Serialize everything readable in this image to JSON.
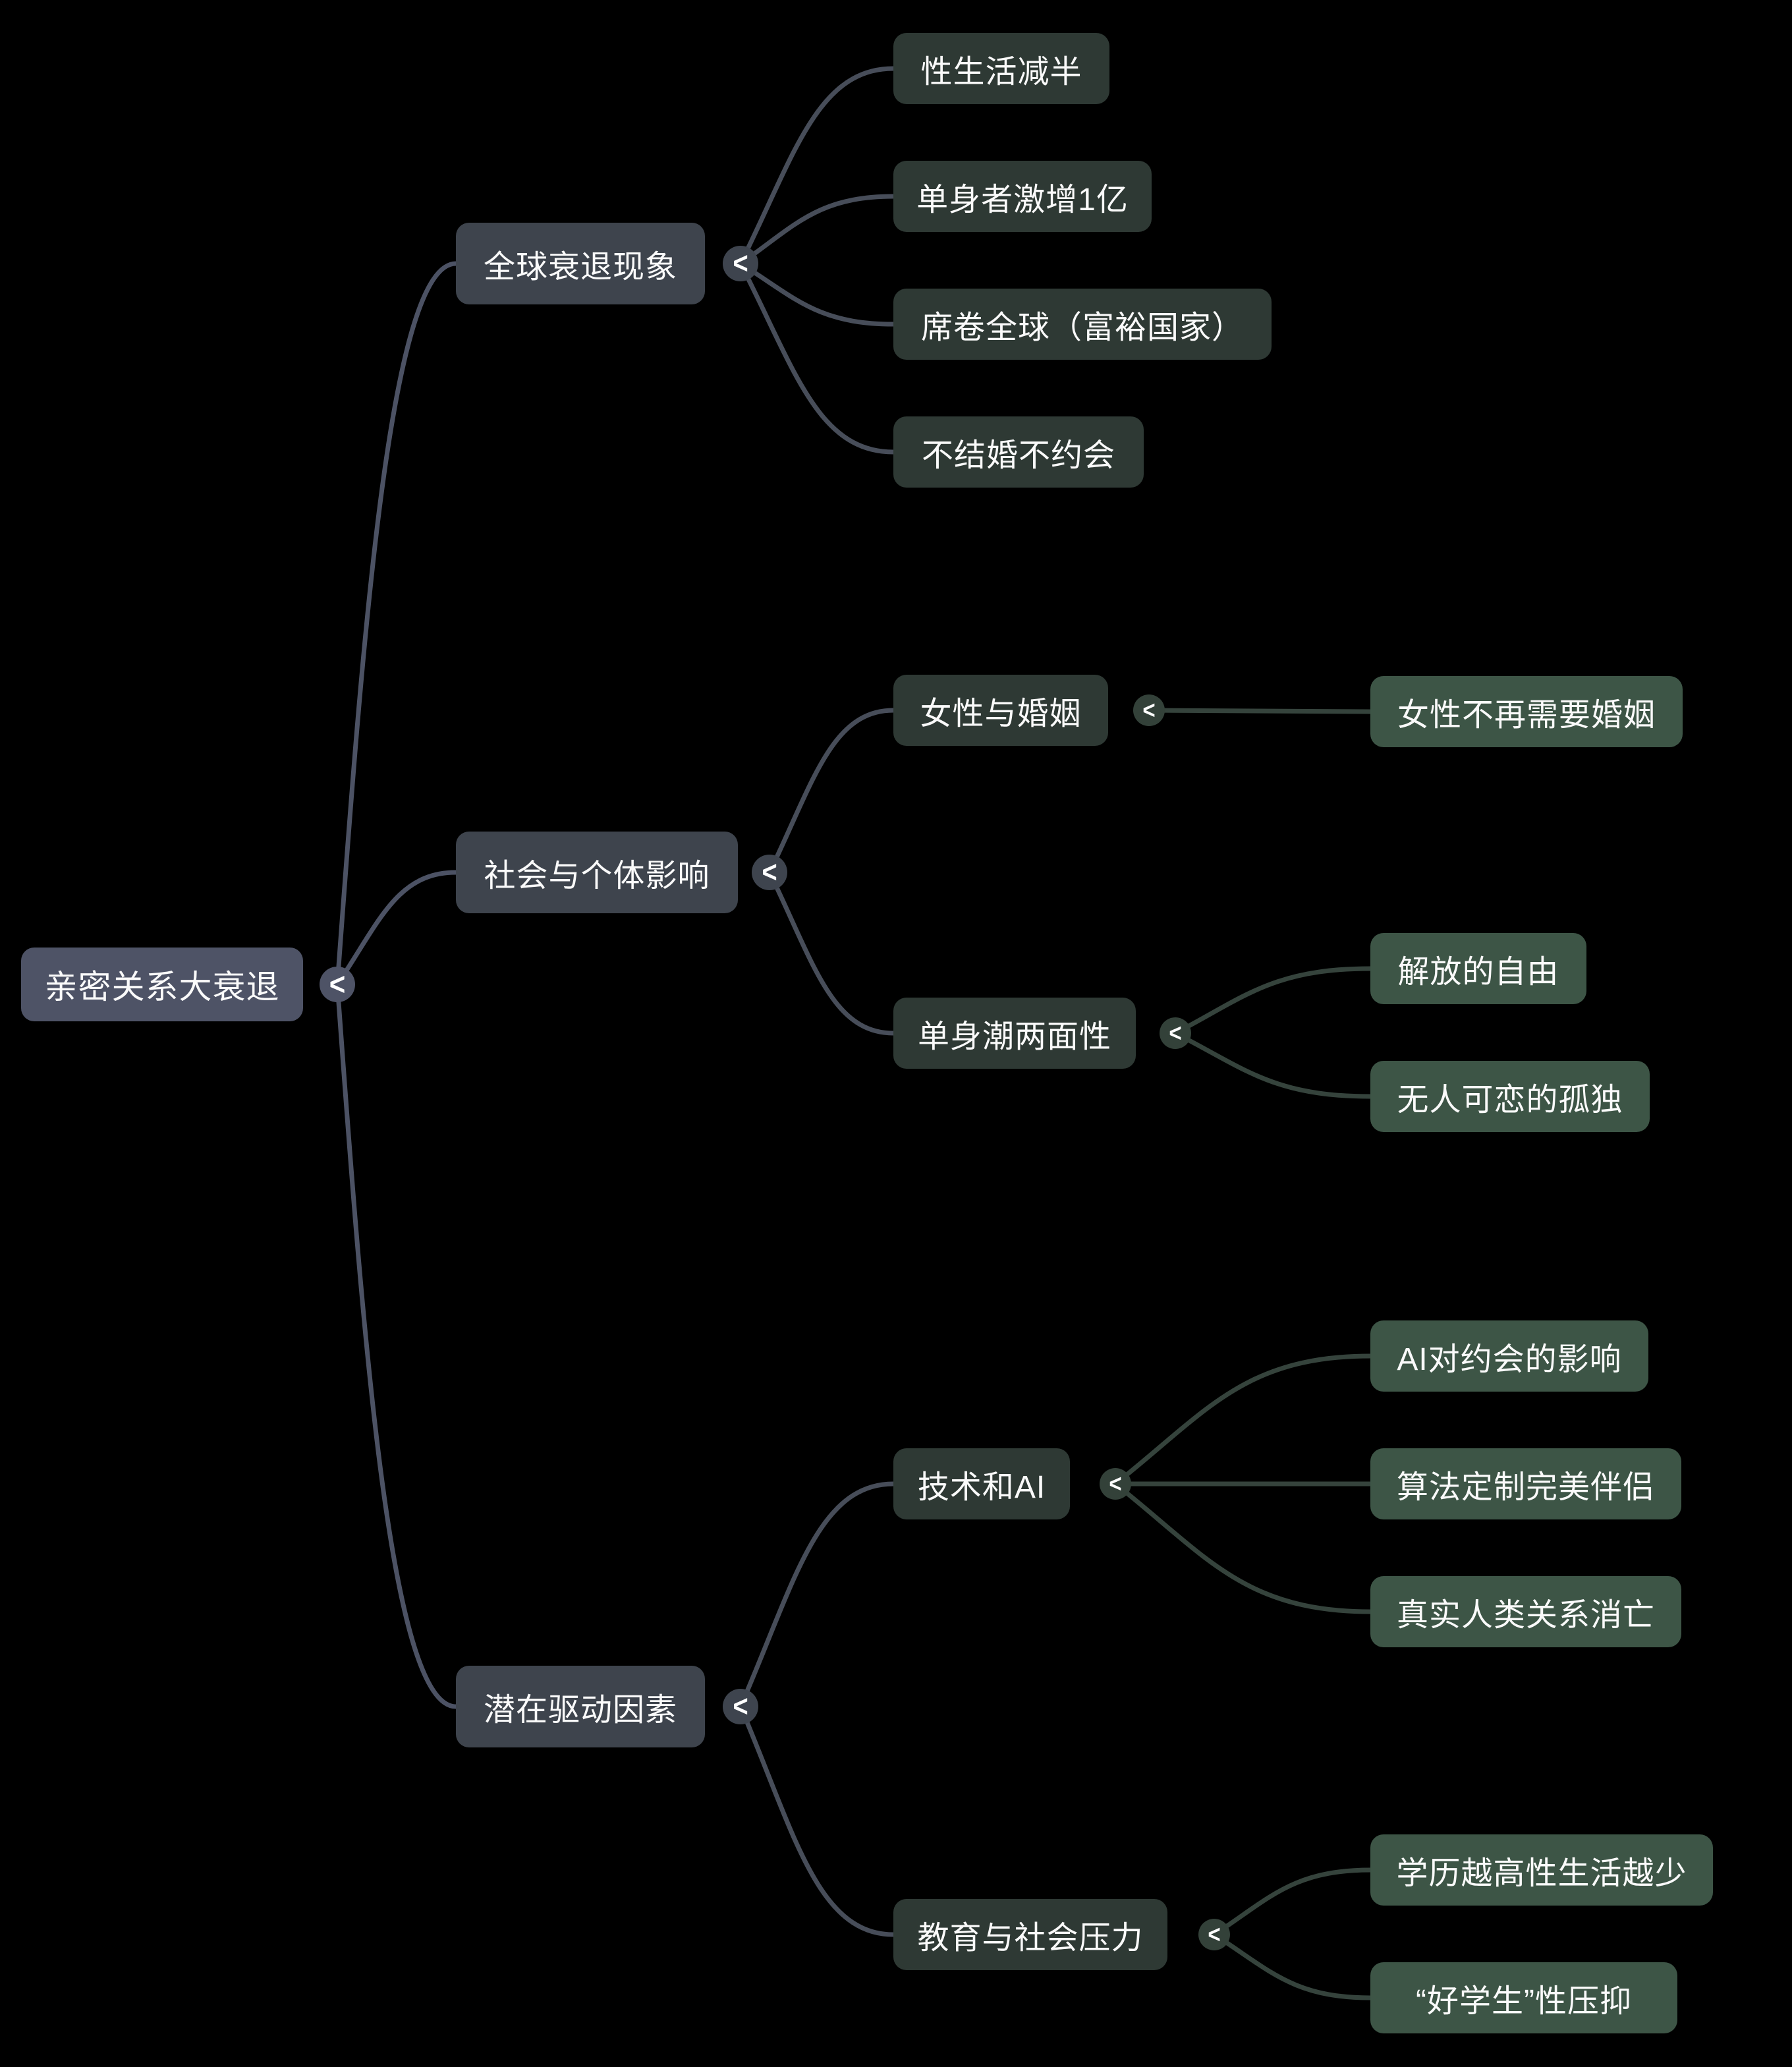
{
  "mindmap": {
    "collapse_glyph": "<",
    "colors": {
      "background": "#000000",
      "text": "#fafafa",
      "nodes": {
        "root": "#4e5366",
        "l1": "#3e444d",
        "l2": "#2e3934",
        "l3": "#3d5546"
      },
      "circles": {
        "root": "#4e5366",
        "l1": "#3e444e",
        "l2": "#334139"
      },
      "links": {
        "root": "#4c5264",
        "l1": "#474d59",
        "l2": "#35433c"
      }
    },
    "root": {
      "id": "root",
      "label": "亲密关系大衰退",
      "children": [
        {
          "id": "b1",
          "label": "全球衰退现象",
          "children": [
            {
              "id": "b1c1",
              "label": "性生活减半"
            },
            {
              "id": "b1c2",
              "label": "单身者激增1亿"
            },
            {
              "id": "b1c3",
              "label": "席卷全球（富裕国家）"
            },
            {
              "id": "b1c4",
              "label": "不结婚不约会"
            }
          ]
        },
        {
          "id": "b2",
          "label": "社会与个体影响",
          "children": [
            {
              "id": "b2c1",
              "label": "女性与婚姻",
              "children": [
                {
                  "id": "b2c1g1",
                  "label": "女性不再需要婚姻"
                }
              ]
            },
            {
              "id": "b2c2",
              "label": "单身潮两面性",
              "children": [
                {
                  "id": "b2c2g1",
                  "label": "解放的自由"
                },
                {
                  "id": "b2c2g2",
                  "label": "无人可恋的孤独"
                }
              ]
            }
          ]
        },
        {
          "id": "b3",
          "label": "潜在驱动因素",
          "children": [
            {
              "id": "b3c1",
              "label": "技术和AI",
              "children": [
                {
                  "id": "b3c1g1",
                  "label": "AI对约会的影响"
                },
                {
                  "id": "b3c1g2",
                  "label": "算法定制完美伴侣"
                },
                {
                  "id": "b3c1g3",
                  "label": "真实人类关系消亡"
                }
              ]
            },
            {
              "id": "b3c2",
              "label": "教育与社会压力",
              "children": [
                {
                  "id": "b3c2g1",
                  "label": "学历越高性生活越少"
                },
                {
                  "id": "b3c2g2",
                  "label": "“好学生”性压抑"
                }
              ]
            }
          ]
        }
      ]
    }
  }
}
